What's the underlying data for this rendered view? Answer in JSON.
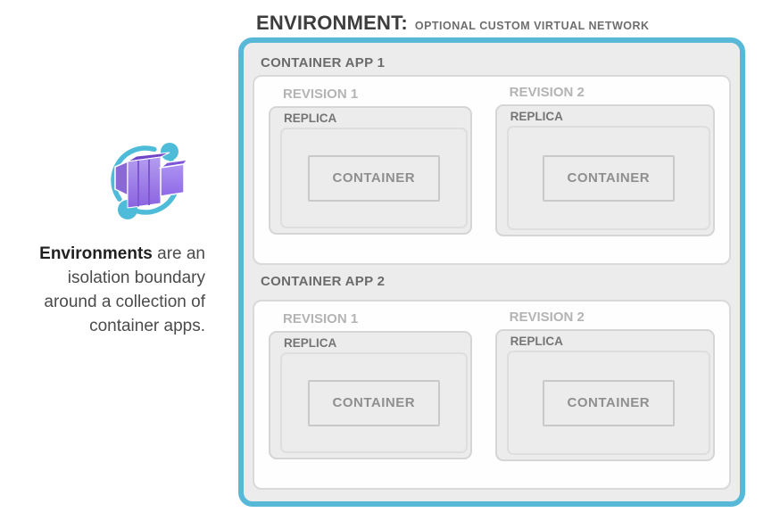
{
  "header": {
    "title": "ENVIRONMENT:",
    "subtitle": "OPTIONAL CUSTOM VIRTUAL NETWORK"
  },
  "sidebar": {
    "icon": "azure-container-apps-icon",
    "description": {
      "lead_bold": "Environments",
      "line1_rest": " are an",
      "line2": "isolation boundary",
      "line3": "around a collection of",
      "line4": "container apps."
    }
  },
  "environment": {
    "apps": [
      {
        "label": "CONTAINER APP 1",
        "revisions": [
          {
            "label": "REVISION 1",
            "replica": {
              "label": "REPLICA",
              "container_label": "CONTAINER"
            }
          },
          {
            "label": "REVISION 2",
            "replica": {
              "label": "REPLICA",
              "container_label": "CONTAINER"
            }
          }
        ]
      },
      {
        "label": "CONTAINER APP 2",
        "revisions": [
          {
            "label": "REVISION 1",
            "replica": {
              "label": "REPLICA",
              "container_label": "CONTAINER"
            }
          },
          {
            "label": "REVISION 2",
            "replica": {
              "label": "REPLICA",
              "container_label": "CONTAINER"
            }
          }
        ]
      }
    ]
  },
  "colors": {
    "environment_border": "#57b8d7",
    "panel_gray": "#ececec",
    "box_white": "#fefefe",
    "box_border": "#d9d9d9",
    "icon_cyan": "#4ebcd9",
    "icon_purple_light": "#a78cec",
    "icon_purple_mid": "#8b68da",
    "icon_purple_dark": "#6f46c8"
  }
}
